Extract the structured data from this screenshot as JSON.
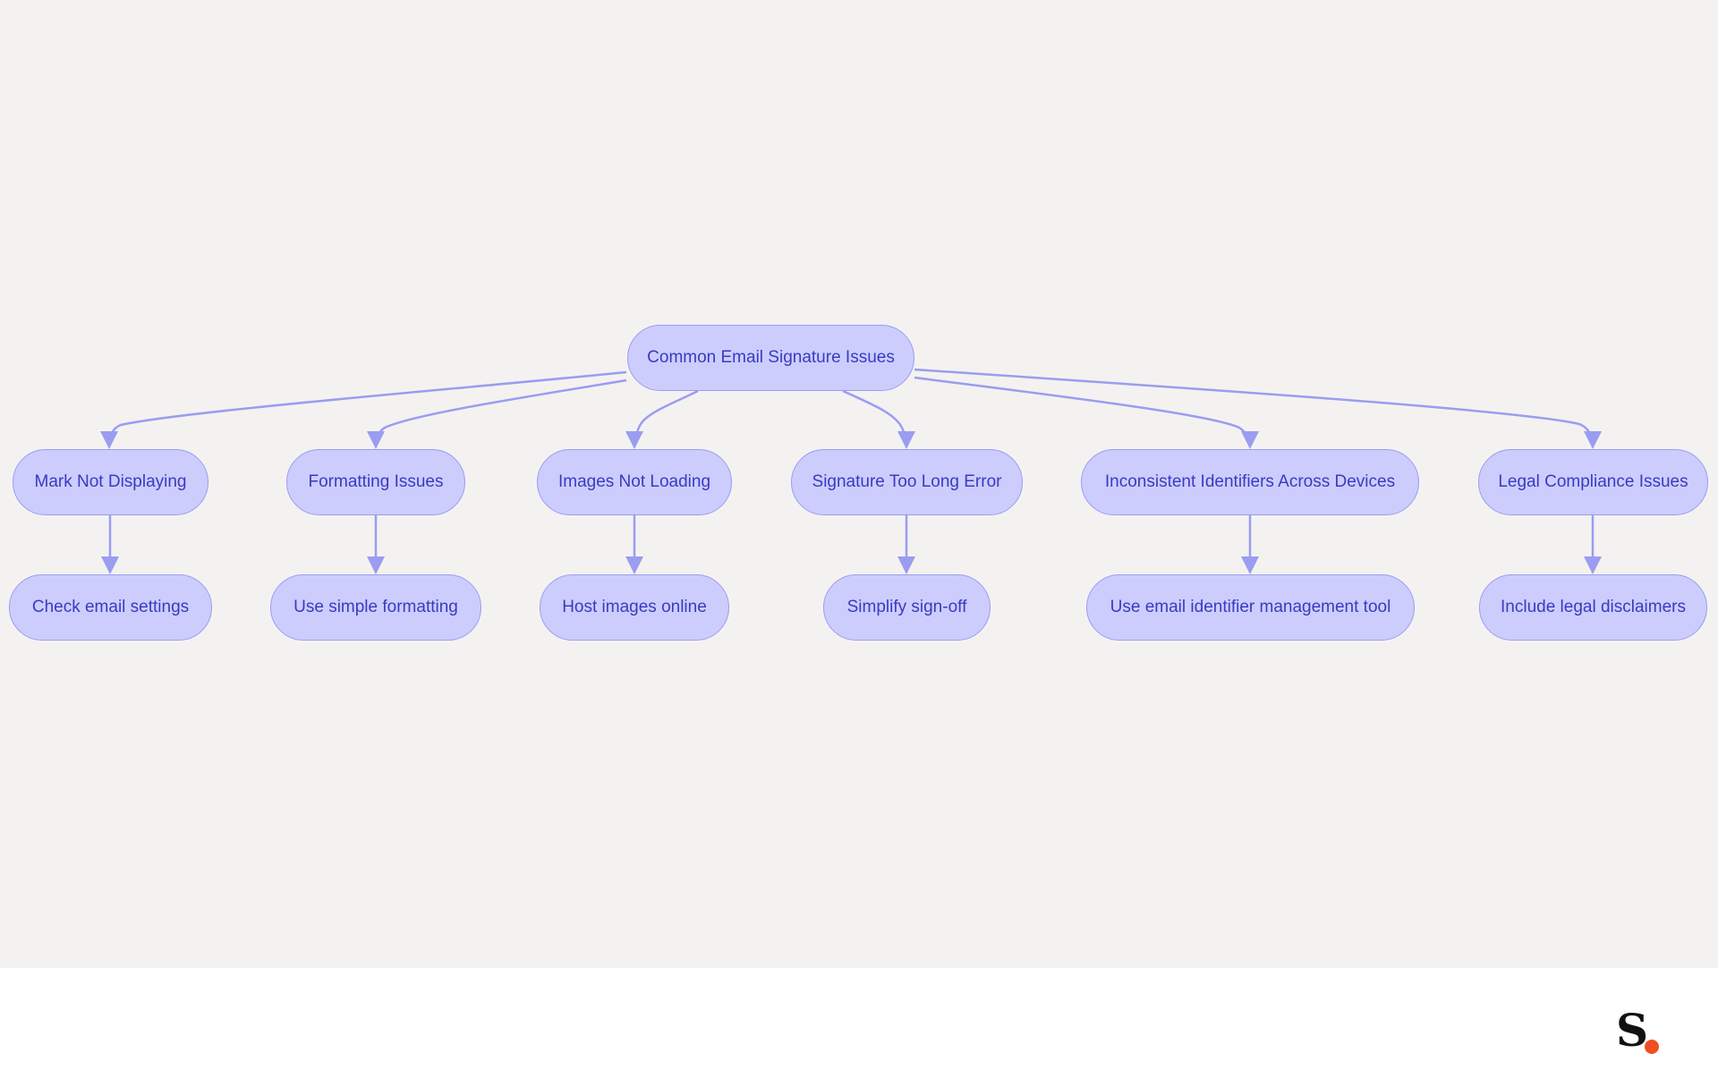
{
  "diagram": {
    "root": {
      "id": "root",
      "label": "Common Email Signature Issues"
    },
    "issues": [
      {
        "id": "mark",
        "label": "Mark Not Displaying"
      },
      {
        "id": "format",
        "label": "Formatting Issues"
      },
      {
        "id": "images",
        "label": "Images Not Loading"
      },
      {
        "id": "toolong",
        "label": "Signature Too Long Error"
      },
      {
        "id": "inconsistent",
        "label": "Inconsistent Identifiers Across Devices"
      },
      {
        "id": "legal",
        "label": "Legal Compliance Issues"
      }
    ],
    "solutions": [
      {
        "id": "check",
        "label": "Check email settings",
        "parent": "mark"
      },
      {
        "id": "simple",
        "label": "Use simple formatting",
        "parent": "format"
      },
      {
        "id": "host",
        "label": "Host images online",
        "parent": "images"
      },
      {
        "id": "simplify",
        "label": "Simplify sign-off",
        "parent": "toolong"
      },
      {
        "id": "tool",
        "label": "Use email identifier management tool",
        "parent": "inconsistent"
      },
      {
        "id": "disclaimers",
        "label": "Include legal disclaimers",
        "parent": "legal"
      }
    ],
    "colors": {
      "node_fill": "#cccdfd",
      "node_border": "#9a9df0",
      "node_text": "#3a3ac2",
      "edge": "#9a9df0",
      "background": "#f4f2f1"
    }
  },
  "brand": {
    "logo_letter": "S",
    "logo_dot_color": "#f04e23"
  }
}
